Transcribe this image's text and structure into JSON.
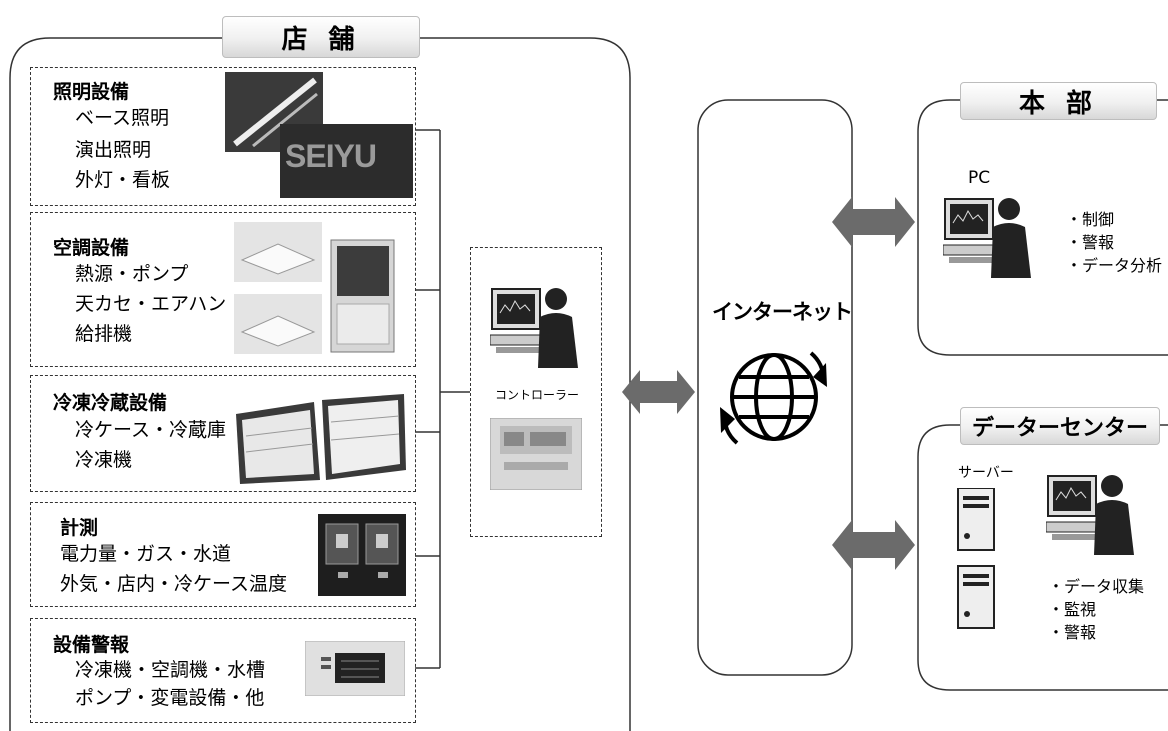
{
  "store": {
    "title": "店 舗",
    "categories": [
      {
        "title": "照明設備",
        "items": [
          "ベース照明",
          "演出照明",
          "外灯・看板"
        ],
        "photo_label": "SEIYU"
      },
      {
        "title": "空調設備",
        "items": [
          "熱源・ポンプ",
          "天カセ・エアハン",
          "給排機"
        ]
      },
      {
        "title": "冷凍冷蔵設備",
        "items": [
          "冷ケース・冷蔵庫",
          "冷凍機"
        ]
      },
      {
        "title": "計測",
        "items": [
          "電力量・ガス・水道",
          "外気・店内・冷ケース温度"
        ]
      },
      {
        "title": "設備警報",
        "items": [
          "冷凍機・空調機・水槽",
          "ポンプ・変電設備・他"
        ]
      }
    ],
    "controller_label": "コントローラー"
  },
  "internet": {
    "label": "インターネット",
    "icon": "globe-icon"
  },
  "headquarters": {
    "title": "本 部",
    "pc_label": "PC",
    "functions": [
      "・制御",
      "・警報",
      "・データ分析"
    ]
  },
  "datacenter": {
    "title": "データーセンター",
    "server_label": "サーバー",
    "functions": [
      "・データ収集",
      "・監視",
      "・警報"
    ]
  },
  "colors": {
    "arrow": "#6b6b6b",
    "line": "#333333",
    "photo_dark": "#2a2a2a"
  }
}
